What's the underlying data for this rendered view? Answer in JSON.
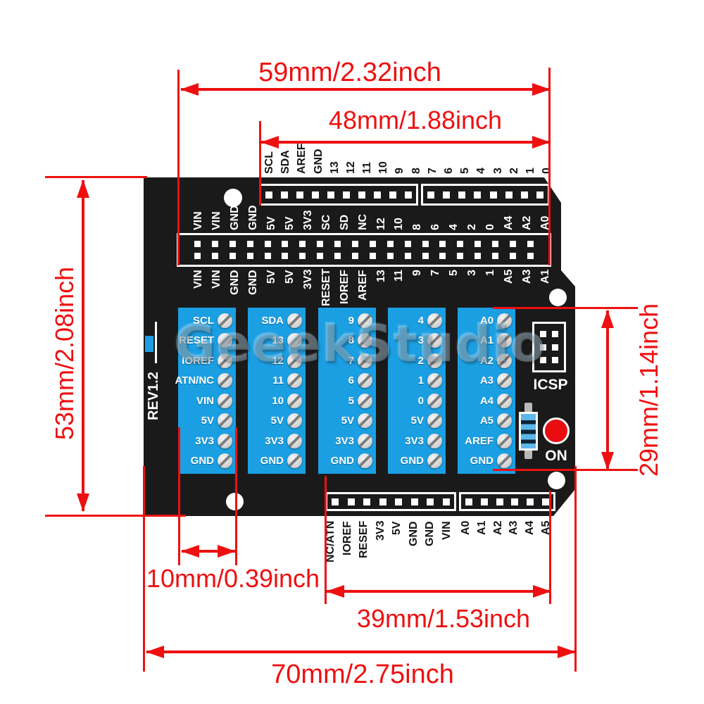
{
  "colors": {
    "annotation_red": "#ee1010",
    "terminal_blue": "#1b9fe3",
    "board_black": "#1a1a1a",
    "led_red": "#e90d12"
  },
  "board": {
    "watermark": "GeeekStudio",
    "rev_label": "REV1.2",
    "icsp_label": "ICSP",
    "on_label": "ON",
    "top_pin_labels": [
      "SCL",
      "SDA",
      "AREF",
      "GND",
      "13",
      "12",
      "11",
      "10",
      "9",
      "8",
      "7",
      "6",
      "5",
      "4",
      "3",
      "2",
      "1",
      "0"
    ],
    "upper_mid_labels": [
      "VIN",
      "VIN",
      "GND",
      "GND",
      "5V",
      "5V",
      "3V3",
      "SC",
      "SD",
      "NC",
      "12",
      "10",
      "8",
      "6",
      "4",
      "2",
      "0",
      "A4",
      "A2",
      "A0"
    ],
    "lower_mid_labels": [
      "VIN",
      "VIN",
      "GND",
      "GND",
      "5V",
      "5V",
      "3V3",
      "RESET",
      "IOREF",
      "AREF",
      "13",
      "11",
      "9",
      "7",
      "5",
      "3",
      "1",
      "A5",
      "A3",
      "A1"
    ],
    "terminal_blocks": {
      "b1": [
        "SCL",
        "RESET",
        "IOREF",
        "ATN/NC",
        "VIN",
        "5V",
        "3V3",
        "GND"
      ],
      "b2": [
        "SDA",
        "13",
        "12",
        "11",
        "10",
        "5V",
        "3V3",
        "GND"
      ],
      "b3": [
        "9",
        "8",
        "7",
        "6",
        "5",
        "5V",
        "3V3",
        "GND"
      ],
      "b4": [
        "4",
        "3",
        "2",
        "1",
        "0",
        "5V",
        "3V3",
        "GND"
      ],
      "b5": [
        "A0",
        "A1",
        "A2",
        "A3",
        "A4",
        "A5",
        "AREF",
        "GND"
      ]
    },
    "bottom_labels_left": [
      "NC/ATN",
      "IOREF",
      "RESEF",
      "3V3",
      "5V",
      "GND",
      "GND",
      "VIN"
    ],
    "bottom_labels_right": [
      "A0",
      "A1",
      "A2",
      "A3",
      "A4",
      "A5"
    ]
  },
  "dimensions": {
    "top_outer": "59mm/2.32inch",
    "top_inner": "48mm/1.88inch",
    "left_side": "53mm/2.08inch",
    "right_side": "29mm/1.14inch",
    "bottom_small": "10mm/0.39inch",
    "bottom_inner": "39mm/1.53inch",
    "bottom_outer": "70mm/2.75inch"
  }
}
